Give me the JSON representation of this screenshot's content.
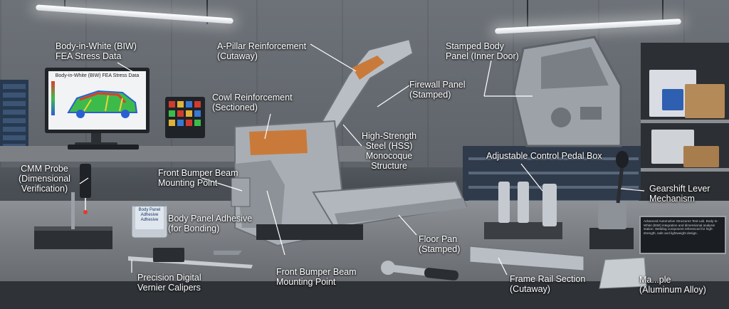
{
  "monitor": {
    "screen_title": "Body-in-White (BIW) FEA Stress Data"
  },
  "adhesive_can": {
    "label": "Body Panel Adhesive Adhesive"
  },
  "plaque": {
    "text": "Advanced Automotive Structures Test Lab. Body-in-White (BIW) integration and dimensional analysis station. Welding component referenced for high-strength, safe and lightweight design."
  },
  "callouts": {
    "biw_fea": "Body-in-White (BIW)\nFEA Stress Data",
    "a_pillar": "A-Pillar Reinforcement\n(Cutaway)",
    "stamped_body_panel": "Stamped Body\nPanel (Inner Door)",
    "firewall": "Firewall Panel\n(Stamped)",
    "cowl": "Cowl Reinforcement\n(Sectioned)",
    "hss": "High-Strength\nSteel (HSS)\nMonocoque\nStructure",
    "pedal_box": "Adjustable Control Pedal Box",
    "cmm_probe": "CMM Probe\n(Dimensional\nVerification)",
    "bumper_mount_upper": "Front Bumper Beam\nMounting Point",
    "gearshift": "Gearshift Lever\nMechanism",
    "adhesive": "Body Panel Adhesive\n(for Bonding)",
    "floor_pan": "Floor Pan\n(Stamped)",
    "calipers": "Precision Digital\nVernier Calipers",
    "bumper_mount_lower": "Front Bumper Beam\nMounting Point",
    "frame_rail": "Frame Rail Section\n(Cutaway)",
    "material_sample": "Ma...ple\n(Aluminum Alloy)"
  },
  "colors": {
    "callout_text": "#ffffff",
    "leader_line": "#ffffff",
    "steel": "#a9aeb4",
    "steel_dark": "#6b7077",
    "fea_hot": "#e23b2c",
    "fea_mid": "#3dbb4a",
    "fea_cold": "#2a5fd1"
  }
}
